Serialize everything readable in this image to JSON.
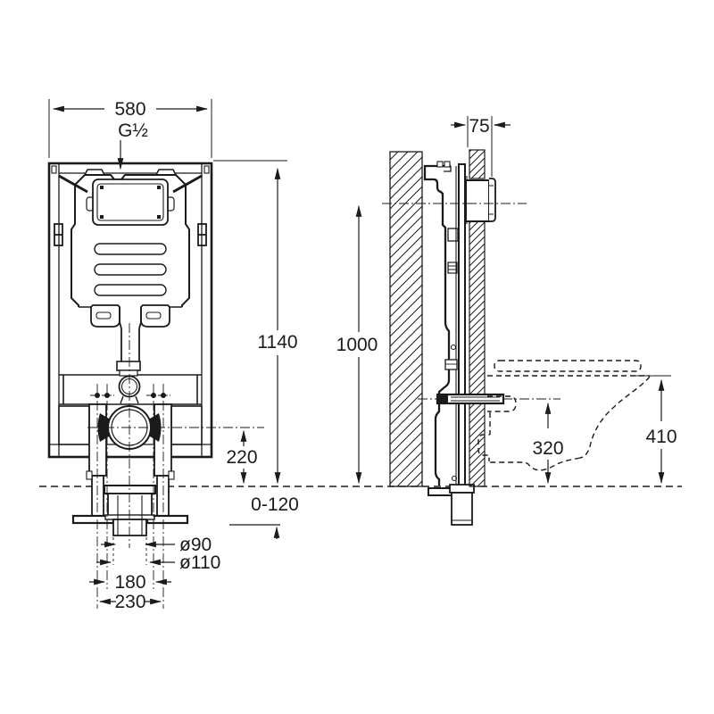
{
  "page": {
    "background": "#ffffff",
    "line_color": "#1b1b1b",
    "description": "Technical installation drawing of concealed in-wall WC cistern frame, front elevation and side section"
  },
  "front_view": {
    "dims": {
      "width_top": "580",
      "water_inlet": "G½",
      "overall_height": "1140",
      "outlet_center": "220",
      "floor_adjustment": "0-120",
      "outlet_pipe_inner": "ø90",
      "outlet_pipe_outer": "ø110",
      "fixing_spacing_inner": "180",
      "fixing_spacing_outer": "230"
    }
  },
  "side_view": {
    "dims": {
      "frame_depth": "75",
      "plate_center_height": "1000",
      "fixing_height": "320",
      "rim_height": "410"
    }
  }
}
